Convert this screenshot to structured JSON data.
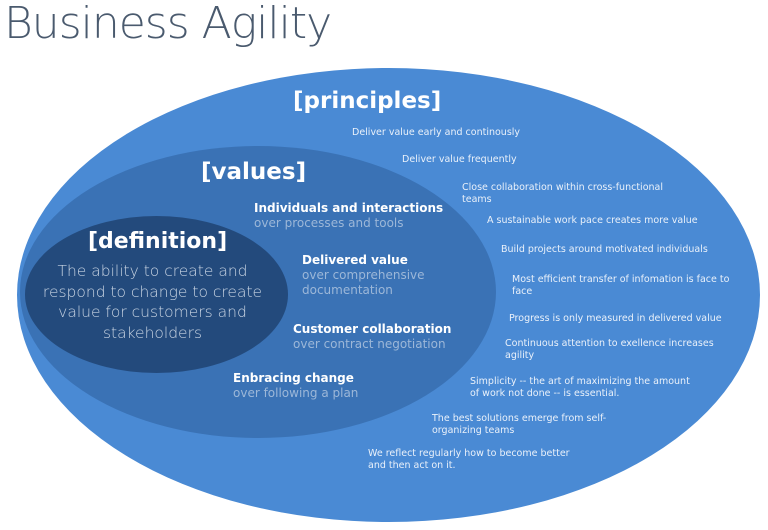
{
  "title": "Business Agility",
  "colors": {
    "background": "#ffffff",
    "principles_ellipse": "#4a8ad4",
    "values_ellipse": "#3a72b5",
    "definition_ellipse": "#234a7c",
    "title_text": "#4a5a6e"
  },
  "principles": {
    "heading": "[principles]",
    "items": [
      "Deliver value early and continously",
      "Deliver value frequently",
      "Close collaboration within cross-functional teams",
      "A sustainable work pace creates more value",
      "Build projects around motivated individuals",
      "Most efficient transfer of infomation is face to face",
      "Progress is only measured in delivered value",
      "Continuous attention to exellence increases agility",
      "Simplicity -- the art of maximizing the amount of work not done -- is essential.",
      "The best solutions emerge from self-organizing teams",
      "We reflect regularly how to become better and then act on it."
    ]
  },
  "values": {
    "heading": "[values]",
    "items": [
      {
        "main": "Individuals and interactions",
        "sub": "over processes and tools"
      },
      {
        "main": "Delivered value",
        "sub": "over comprehensive documentation"
      },
      {
        "main": "Customer collaboration",
        "sub": "over contract negotiation"
      },
      {
        "main": "Enbracing change",
        "sub": "over following a plan"
      }
    ]
  },
  "definition": {
    "heading": "[definition]",
    "text": "The ability to create and respond to change to create value for customers and stakeholders"
  }
}
